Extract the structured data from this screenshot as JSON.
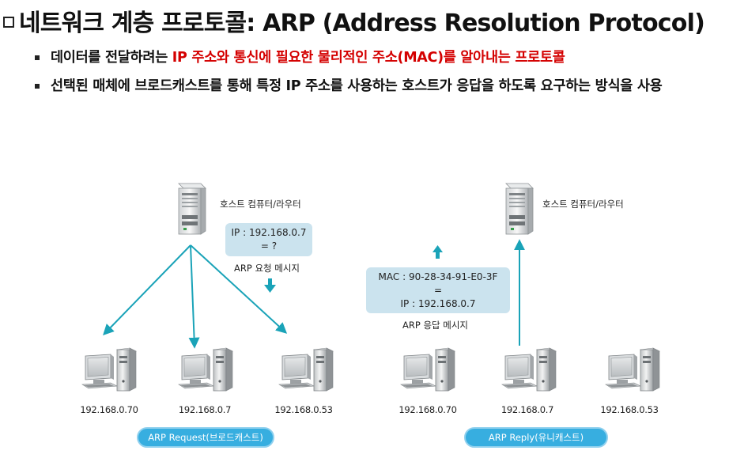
{
  "title": {
    "text": "네트워크 계층 프로토콜: ARP (Address Resolution Protocol)"
  },
  "bullets": [
    {
      "prefix": "데이터를 전달하려는 ",
      "highlight": "IP 주소와 통신에 필요한 물리적인 주소(MAC)를 알아내는 프로토콜",
      "suffix": ""
    },
    {
      "text": "선택된 매체에 브로드캐스트를 통해 특정 IP 주소를 사용하는 호스트가 응답을 하도록 요구하는 방식을 사용"
    }
  ],
  "diagram": {
    "left": {
      "server_label": "호스트 컴퓨터/라우터",
      "query_line1": "IP : 192.168.0.7",
      "query_line2": "= ?",
      "message_label": "ARP 요청 메시지",
      "hosts": [
        "192.168.0.70",
        "192.168.0.7",
        "192.168.0.53"
      ],
      "pill_label": "ARP Request(브로드캐스트)"
    },
    "right": {
      "server_label": "호스트 컴퓨터/라우터",
      "reply_line1": "MAC : 90-28-34-91-E0-3F",
      "reply_line2": "=",
      "reply_line3": "IP : 192.168.0.7",
      "message_label": "ARP 응답 메시지",
      "hosts": [
        "192.168.0.70",
        "192.168.0.7",
        "192.168.0.53"
      ],
      "pill_label": "ARP Reply(유니캐스트)"
    },
    "colors": {
      "arrow": "#1aa3b8",
      "info_box": "#cbe3ee",
      "pill": "#37aee0",
      "pill_border": "#8fd0ee"
    }
  }
}
